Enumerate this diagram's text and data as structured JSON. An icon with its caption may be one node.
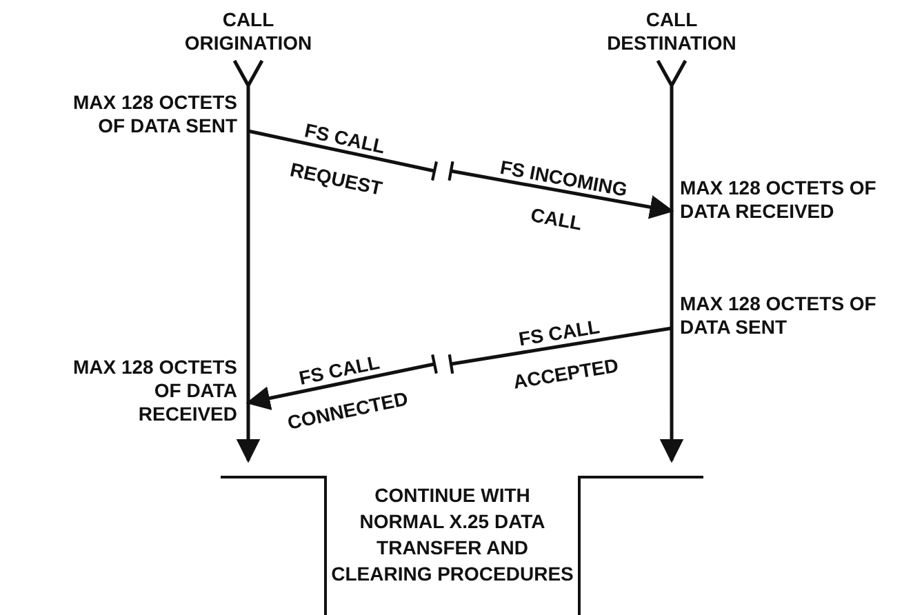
{
  "diagram": {
    "nodes": [
      {
        "text": [
          "CALL ORIGINATION"
        ]
      },
      {
        "text": [
          "CALL DESTINATION"
        ]
      },
      {
        "text": [
          "CONTINUE WITH NORMAL X.25 DATA TRANSFER AND CLEARING PROCEDURES"
        ]
      }
    ],
    "edges": [
      {
        "from": 0,
        "to": null,
        "arrow": "other",
        "label": "FS CALL REQUEST"
      },
      {
        "from": null,
        "to": 1,
        "arrow": "to",
        "label": "FS INCOMING CALL"
      },
      {
        "from": 1,
        "to": null,
        "arrow": "other",
        "label": "FS CALL ACCEPTED"
      },
      {
        "from": null,
        "to": 0,
        "arrow": "to",
        "label": "FS CALL CONNECTED"
      },
      {
        "from": 0,
        "to": 2,
        "arrow": "to"
      },
      {
        "from": 1,
        "to": 2,
        "arrow": "to"
      }
    ],
    "labels": [
      "MAX 128 OCTETS OF DATA SENT",
      "MAX 128 OCTETS OF DATA RECEIVED",
      "MAX 128 OCTETS OF DATA SENT",
      "MAX 128 OCTETS OF DATA RECEIVED"
    ]
  }
}
